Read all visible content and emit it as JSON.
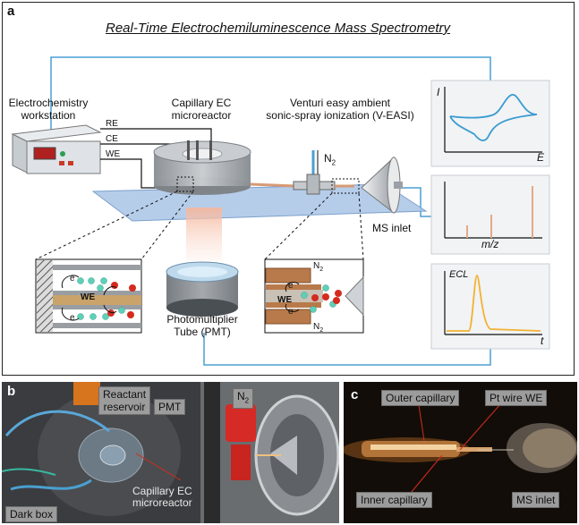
{
  "panel_a": {
    "letter": "a",
    "title": "Real-Time Electrochemiluminescence Mass Spectrometry",
    "workstation_label": "Electrochemistry workstation",
    "workstation_label_line1": "Electrochemistry",
    "workstation_label_line2": "workstation",
    "electrodes": [
      "RE",
      "CE",
      "WE"
    ],
    "microreactor_line1": "Capillary EC",
    "microreactor_line2": "microreactor",
    "venturi_line1": "Venturi easy ambient",
    "venturi_line2": "sonic-spray ionization (V-EASI)",
    "n2_main": "N",
    "n2_sub": "2",
    "ms_inlet": "MS inlet",
    "pmt_line1": "Photomultiplier",
    "pmt_line2": "Tube (PMT)",
    "inset_we": "WE",
    "inset_e": "e",
    "cv_plot": {
      "ylabel": "I",
      "xlabel": "E",
      "color": "#3a9bd0"
    },
    "ms_plot": {
      "xlabel": "m/z",
      "color": "#e4a888"
    },
    "ecl_plot": {
      "ylabel": "ECL",
      "xlabel": "t",
      "color": "#f2b233"
    }
  },
  "panel_b": {
    "letter": "b",
    "reactant_line1": "Reactant",
    "reactant_line2": "reservoir",
    "pmt": "PMT",
    "n2_main": "N",
    "n2_sub": "2",
    "capillary_line1": "Capillary EC",
    "capillary_line2": "microreactor",
    "dark_box": "Dark box"
  },
  "panel_c": {
    "letter": "c",
    "outer_capillary": "Outer capillary",
    "pt_wire": "Pt wire WE",
    "inner_capillary": "Inner capillary",
    "ms_inlet": "MS inlet"
  },
  "colors": {
    "connector_blue": "#4a9fd4",
    "electrode_red": "#d42b1e",
    "particle_teal": "#5fd0b8",
    "capillary_brown": "#b87a4b"
  }
}
